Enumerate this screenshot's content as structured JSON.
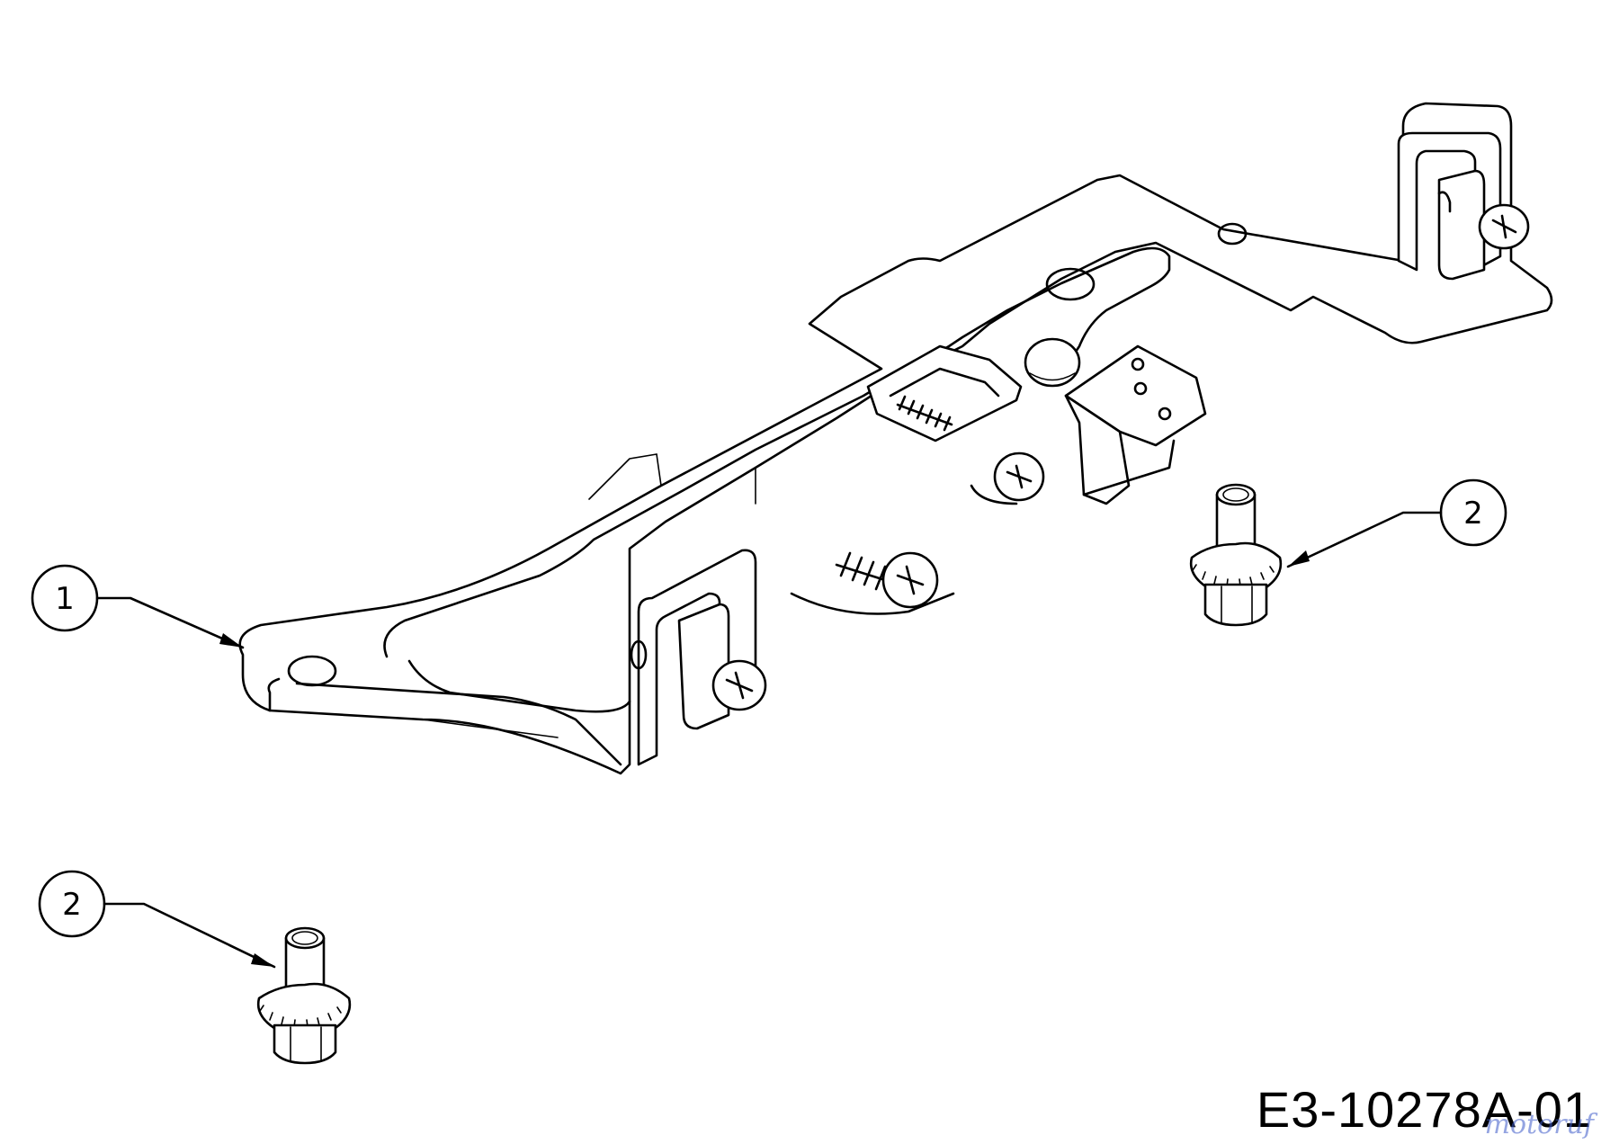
{
  "callouts": [
    {
      "number": "1"
    },
    {
      "number": "2"
    },
    {
      "number": "2"
    }
  ],
  "drawing_code": "E3-10278A-01",
  "watermark": "motoruf"
}
